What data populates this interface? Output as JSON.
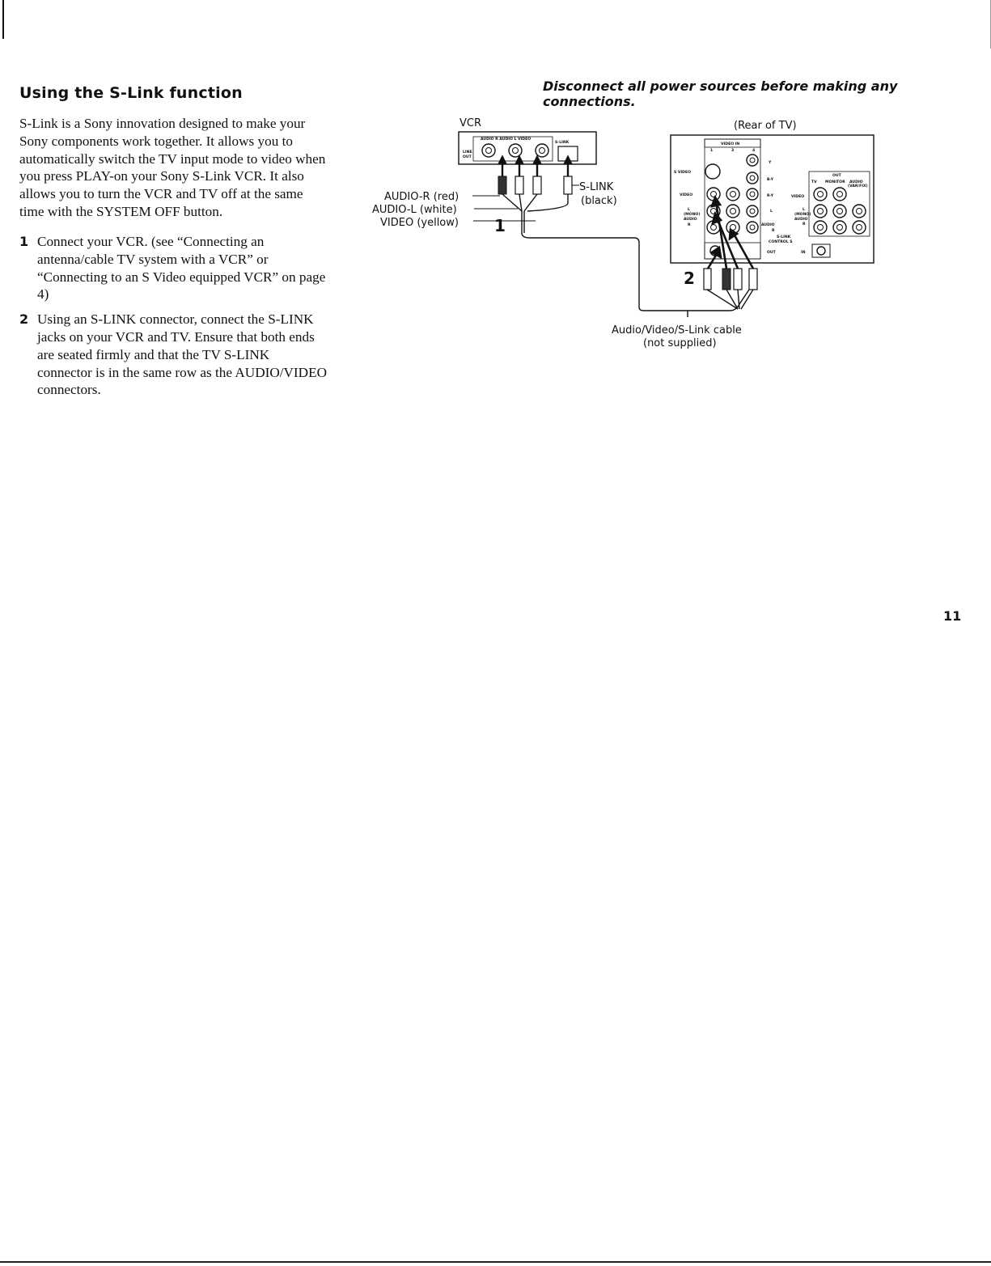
{
  "heading": "Using the S-Link function",
  "warning": "Disconnect all power sources before making any connections.",
  "intro": "S-Link is a Sony innovation designed to make your Sony components work together. It allows you to automatically switch the TV input mode to video when you press PLAY-on your Sony S-Link VCR. It also allows you to turn the VCR and TV off at the same time with the SYSTEM OFF button.",
  "steps": [
    {
      "num": "1",
      "text": "Connect your VCR. (see “Connecting an antenna/cable TV system with a VCR” or “Connecting to an S Video equipped VCR” on page 4)"
    },
    {
      "num": "2",
      "text": "Using an S-LINK connector, connect the S-LINK jacks on your VCR and TV. Ensure that both ends are seated firmly and that the TV S-LINK connector is in the same row as the AUDIO/VIDEO connectors."
    }
  ],
  "diagram": {
    "vcr_label": "VCR",
    "tv_label": "(Rear of TV)",
    "cable_labels": [
      "AUDIO-R (red)",
      "AUDIO-L (white)",
      "VIDEO (yellow)"
    ],
    "slink_label": "S-LINK",
    "slink_color": "(black)",
    "step_markers": [
      "1",
      "2"
    ],
    "cable_caption_line1": "Audio/Video/S-Link cable",
    "cable_caption_line2": "(not supplied)",
    "vcr_panel": {
      "line_out": [
        "LINE",
        "OUT"
      ],
      "jack_header": "AUDIO R  AUDIO L  VIDEO",
      "slink": "S-LINK"
    },
    "tv_panel": {
      "video_in": "VIDEO IN",
      "inputs": [
        "1",
        "3",
        "4"
      ],
      "s_video": "S VIDEO",
      "video": "VIDEO",
      "l_mono": [
        "L",
        "(MONO)"
      ],
      "audio": "AUDIO",
      "r": "R",
      "y": "Y",
      "b_y": "B-Y",
      "r_y": "R-Y",
      "out": "OUT",
      "out_tv": "TV",
      "out_monitor": "MONITOR",
      "out_audio_var": [
        "AUDIO",
        "(VAR/FIX)"
      ],
      "slink_control": [
        "S-LINK",
        "CONTROL S"
      ],
      "ctrl_out": "OUT",
      "ctrl_in": "IN"
    }
  },
  "page_number": "11"
}
